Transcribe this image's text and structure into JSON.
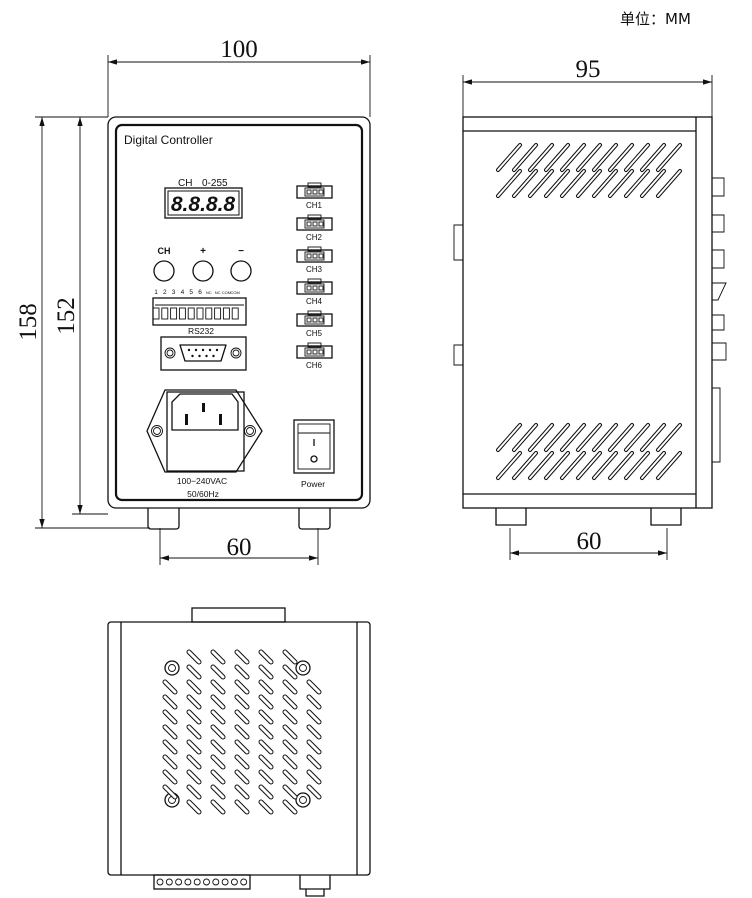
{
  "unit_label": "单位：MM",
  "dimensions": {
    "front_width": "100",
    "front_height_total": "158",
    "front_height_body": "152",
    "front_feet_spacing": "60",
    "side_depth": "95",
    "side_feet_spacing": "60"
  },
  "front_panel": {
    "title": "Digital Controller",
    "display_label_ch": "CH",
    "display_label_range": "0-255",
    "display_value": "8.8.8.8",
    "buttons": [
      "CH",
      "+",
      "−"
    ],
    "terminal_labels": [
      "1",
      "2",
      "3",
      "4",
      "5",
      "6",
      "NC",
      "NC",
      "COM",
      "COM"
    ],
    "rs232_label": "RS232",
    "channels": [
      "CH1",
      "CH2",
      "CH3",
      "CH4",
      "CH5",
      "CH6"
    ],
    "power_input": "100−240VAC",
    "frequency": "50/60Hz",
    "power_label": "Power"
  }
}
